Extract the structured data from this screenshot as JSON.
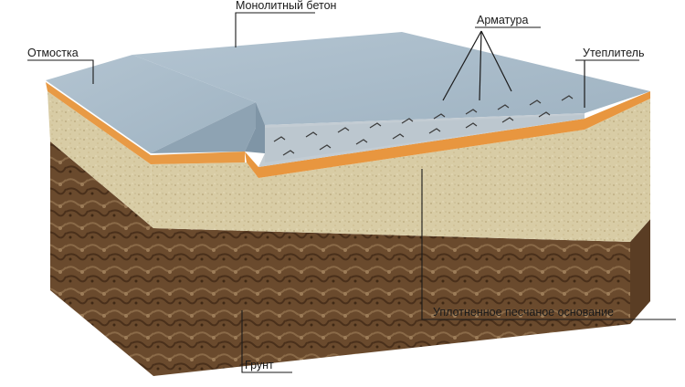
{
  "labels": {
    "concrete": "Монолитный бетон",
    "rebar": "Арматура",
    "blind_area": "Отмостка",
    "insulation": "Утеплитель",
    "sand_base": "Уплотненное песчаное основание",
    "soil": "Грунт"
  },
  "colors": {
    "concrete_top": "#a9bccb",
    "concrete_side": "#bcc7cf",
    "insulation": "#e8963f",
    "sand": "#d9cda6",
    "soil": "#6b4a2e",
    "blind_area_top": "#9fb4c4"
  }
}
